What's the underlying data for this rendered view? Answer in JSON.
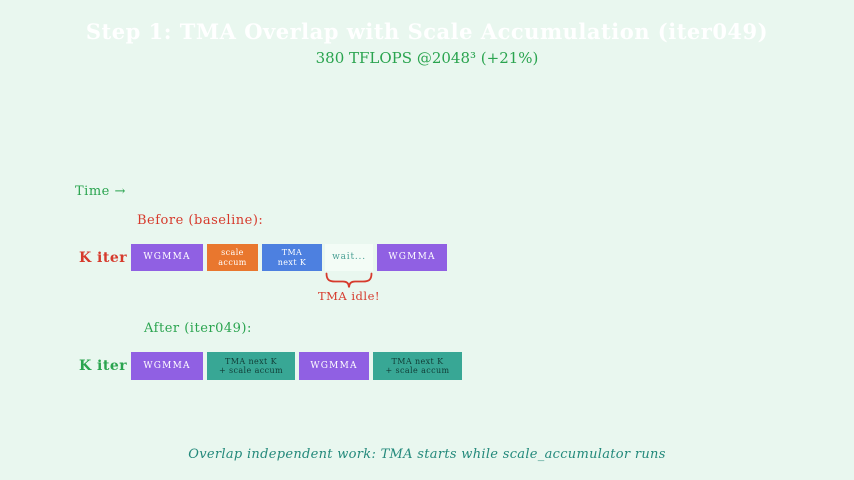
{
  "title": "Step 1: TMA Overlap with Scale Accumulation (iter049)",
  "subtitle": "380 TFLOPS @2048³ (+21%)",
  "time_label": "Time →",
  "before": {
    "heading": "Before (baseline):",
    "row_label": "K iter",
    "blocks": [
      {
        "label": "WGMMA"
      },
      {
        "label": "scale\naccum"
      },
      {
        "label": "TMA\nnext K"
      },
      {
        "label": "wait..."
      },
      {
        "label": "WGMMA"
      }
    ],
    "annotation": "TMA idle!"
  },
  "after": {
    "heading": "After (iter049):",
    "row_label": "K iter",
    "blocks": [
      {
        "label": "WGMMA"
      },
      {
        "label": "TMA next K\n+ scale accum"
      },
      {
        "label": "WGMMA"
      },
      {
        "label": "TMA next K\n+ scale accum"
      }
    ]
  },
  "footer": "Overlap independent work: TMA starts while scale_accumulator runs",
  "colors": {
    "background": "#e9f7ef",
    "title_text": "#ffffff",
    "green_text": "#2aa44f",
    "red_text": "#d63a2c",
    "footer_text": "#23897b",
    "block_wgmma": "#9060e3",
    "block_scale_accum": "#e9772e",
    "block_tma": "#4d80e0",
    "block_overlap_teal": "#38a795",
    "block_wait_bg": "#f3fcf6",
    "block_wait_text": "#49a094"
  }
}
